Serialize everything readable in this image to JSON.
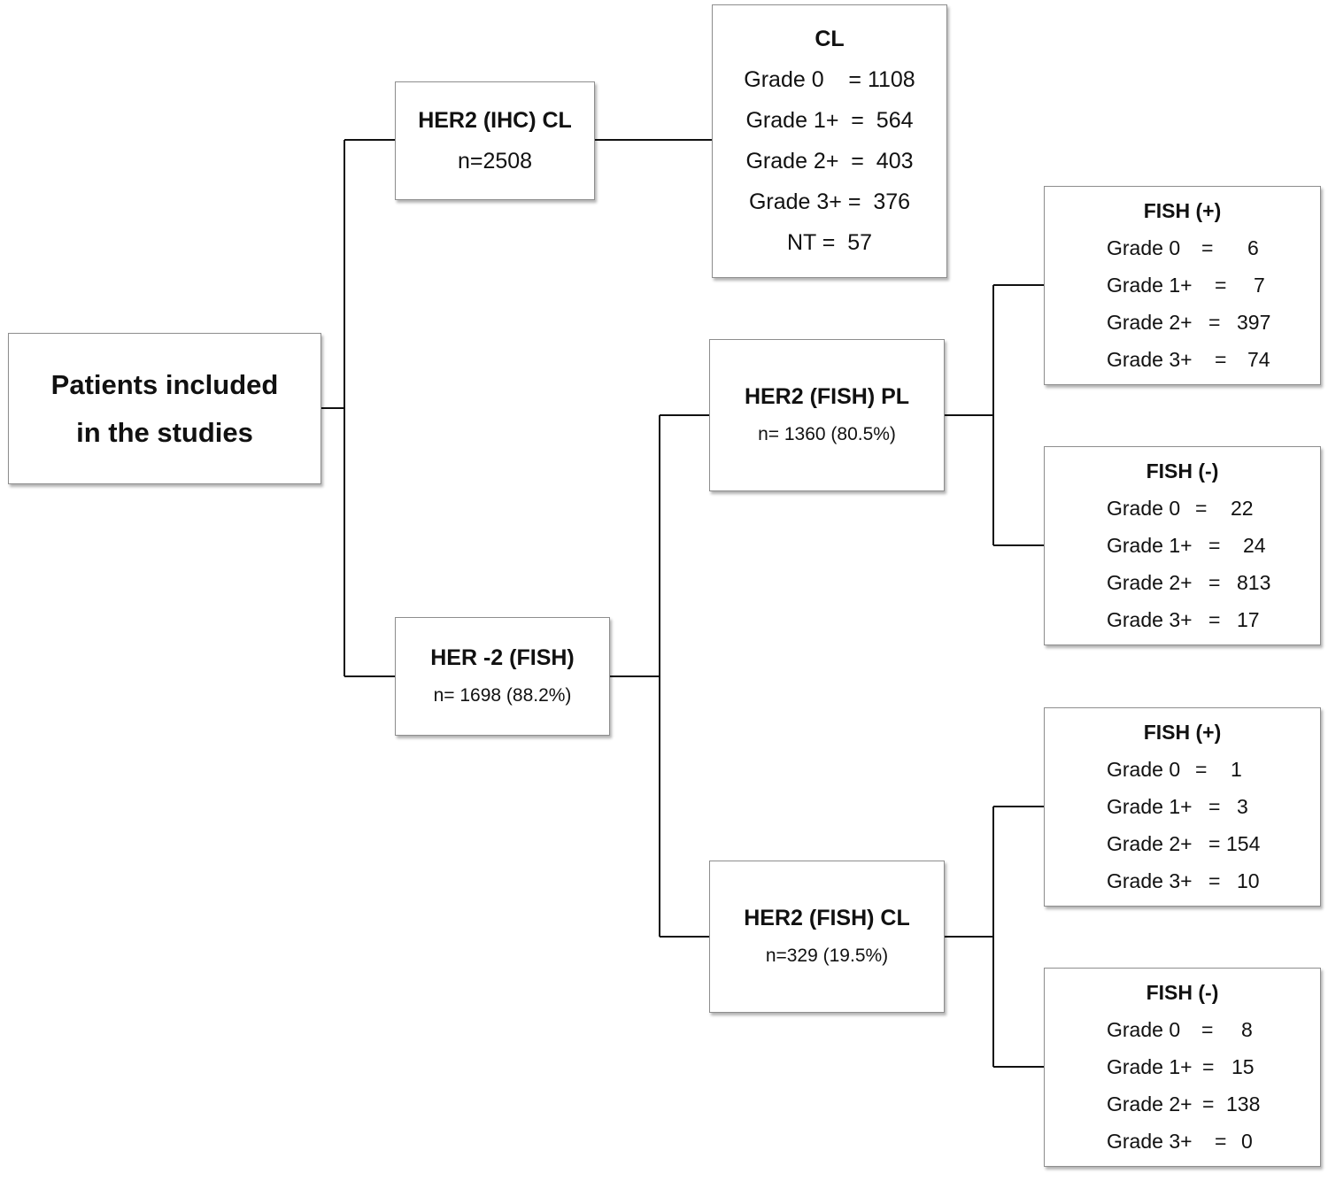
{
  "root": {
    "line1": "Patients included",
    "line2": "in the studies"
  },
  "ihc_cl": {
    "title": "HER2 (IHC) CL",
    "n": "n=2508"
  },
  "cl_grades": {
    "title": "CL",
    "rows": [
      "Grade 0    = 1108",
      "Grade 1+  =  564",
      "Grade 2+  =  403",
      "Grade 3+ =  376",
      "NT =  57"
    ]
  },
  "her2_fish": {
    "title": "HER -2 (FISH)",
    "n": "n= 1698 (88.2%)"
  },
  "fish_pl": {
    "title": "HER2 (FISH) PL",
    "n": "n= 1360 (80.5%)"
  },
  "fish_cl": {
    "title": "HER2 (FISH) CL",
    "n": "n=329 (19.5%)"
  },
  "pl_pos": {
    "title": "FISH (+)",
    "rows": [
      {
        "grade": "Grade 0",
        "eq": "=",
        "val": "6"
      },
      {
        "grade": "Grade 1+",
        "eq": "=",
        "val": "7"
      },
      {
        "grade": "Grade 2+",
        "eq": "=",
        "val": "397"
      },
      {
        "grade": "Grade 3+",
        "eq": "=",
        "val": "74"
      }
    ]
  },
  "pl_neg": {
    "title": "FISH (-)",
    "rows": [
      {
        "grade": "Grade 0",
        "eq": "=",
        "val": "22"
      },
      {
        "grade": "Grade 1+",
        "eq": "=",
        "val": "24"
      },
      {
        "grade": "Grade 2+",
        "eq": "=",
        "val": "813"
      },
      {
        "grade": "Grade 3+",
        "eq": "=",
        "val": "17"
      }
    ]
  },
  "cl_pos": {
    "title": "FISH (+)",
    "rows": [
      {
        "grade": "Grade 0",
        "eq": "=",
        "val": "1"
      },
      {
        "grade": "Grade 1+",
        "eq": "=",
        "val": "3"
      },
      {
        "grade": "Grade 2+",
        "eq": "=",
        "val": "154"
      },
      {
        "grade": "Grade 3+",
        "eq": "=",
        "val": "10"
      }
    ]
  },
  "cl_neg": {
    "title": "FISH (-)",
    "rows": [
      {
        "grade": "Grade 0",
        "eq": "=",
        "val": "8"
      },
      {
        "grade": "Grade 1+",
        "eq": "=",
        "val": "15"
      },
      {
        "grade": "Grade 2+",
        "eq": "=",
        "val": "138"
      },
      {
        "grade": "Grade 3+",
        "eq": "=",
        "val": "0"
      }
    ]
  }
}
